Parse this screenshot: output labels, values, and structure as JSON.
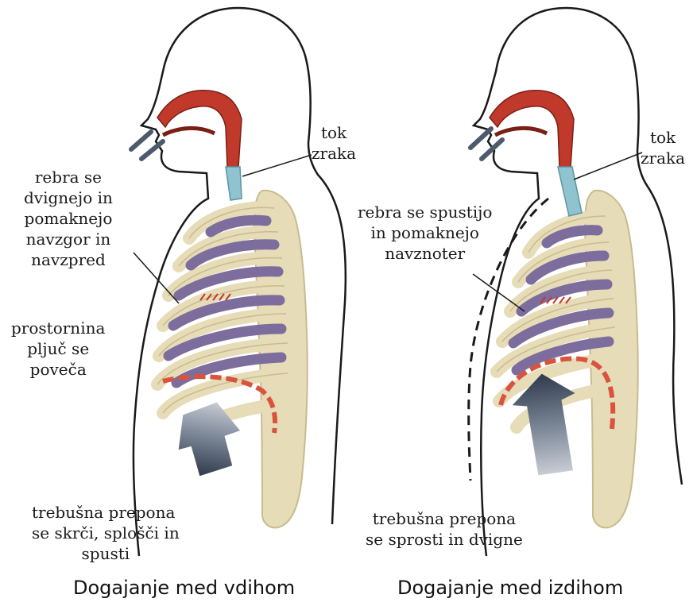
{
  "panels": [
    {
      "caption": "Dogajanje med vdihom",
      "labels": {
        "airflow": [
          "tok",
          "zraka"
        ],
        "ribs": [
          "rebra se",
          "dvignejo in",
          "pomaknejo",
          "navzgor in",
          "navzpred"
        ],
        "lungs": [
          "prostornina",
          "pljuč se",
          "poveča"
        ],
        "diaphragm": [
          "trebušna prepona",
          "se skrči, splošči in",
          "spusti"
        ]
      }
    },
    {
      "caption": "Dogajanje med izdihom",
      "labels": {
        "airflow": [
          "tok",
          "zraka"
        ],
        "ribs": [
          "rebra se spustijo",
          "in pomaknejo",
          "navznoter"
        ],
        "diaphragm": [
          "trebušna prepona",
          "se sprosti in dvigne"
        ]
      }
    }
  ],
  "colors": {
    "rib": "#e6dcb8",
    "rib_stroke": "#c9bb8e",
    "lung": "#7c6d9c",
    "airway_red": "#c0392b",
    "trachea": "#8fc3cf",
    "diaphragm": "#d9533e",
    "arrow": "#3d4a5c",
    "outline": "#1a1a1a"
  }
}
